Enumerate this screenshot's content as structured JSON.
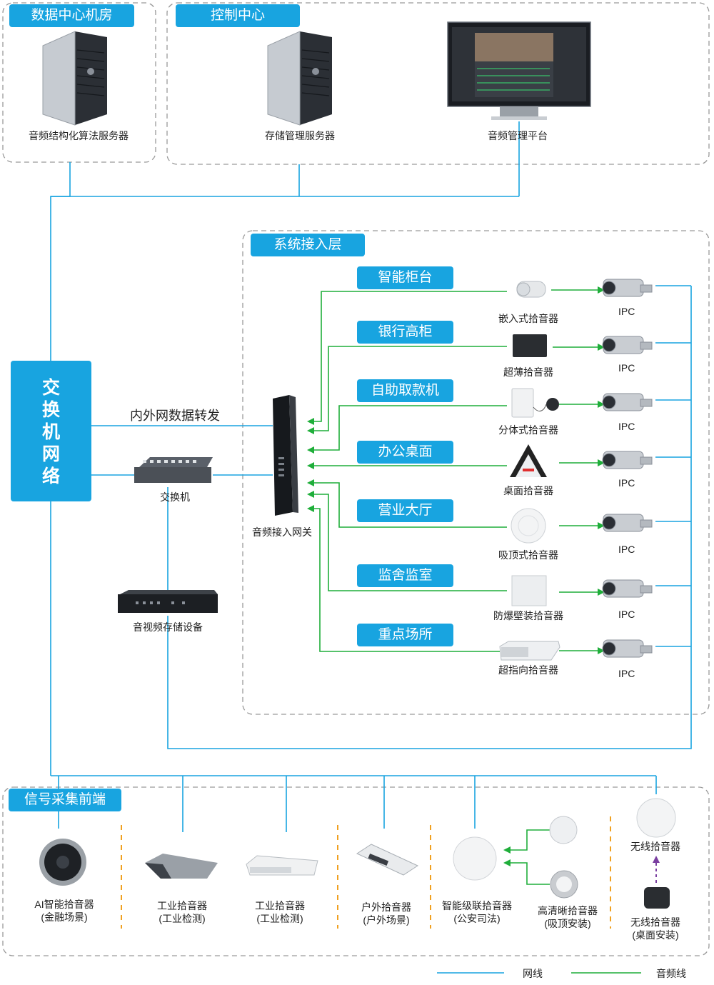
{
  "top_left": {
    "title": "数据中心机房",
    "server": "音频结构化算法服务器"
  },
  "top_right": {
    "title": "控制中心",
    "storage_server": "存储管理服务器",
    "platform": "音频管理平台"
  },
  "switch_network": [
    "交",
    "换",
    "机",
    "网",
    "络"
  ],
  "forward_label": "内外网数据转发",
  "switch_label": "交换机",
  "gateway_label": "音频接入网关",
  "storage_device": "音视频存储设备",
  "access_layer": {
    "title": "系统接入层",
    "rows": [
      {
        "scene": "智能柜台",
        "device": "嵌入式拾音器",
        "ipc": "IPC"
      },
      {
        "scene": "银行高柜",
        "device": "超薄拾音器",
        "ipc": "IPC"
      },
      {
        "scene": "自助取款机",
        "device": "分体式拾音器",
        "ipc": "IPC"
      },
      {
        "scene": "办公桌面",
        "device": "桌面拾音器",
        "ipc": "IPC"
      },
      {
        "scene": "营业大厅",
        "device": "吸顶式拾音器",
        "ipc": "IPC"
      },
      {
        "scene": "监舍监室",
        "device": "防爆壁装拾音器",
        "ipc": "IPC"
      },
      {
        "scene": "重点场所",
        "device": "超指向拾音器",
        "ipc": "IPC"
      }
    ]
  },
  "front_end": {
    "title": "信号采集前端",
    "items": [
      {
        "name": "AI智能拾音器",
        "sub": "(金融场景)"
      },
      {
        "name": "工业拾音器",
        "sub": "(工业检测)"
      },
      {
        "name": "工业拾音器",
        "sub": "(工业检测)"
      },
      {
        "name": "户外拾音器",
        "sub": "(户外场景)"
      },
      {
        "name": "智能级联拾音器",
        "sub": "(公安司法)"
      },
      {
        "name": "高清晰拾音器",
        "sub": "(吸顶安装)"
      },
      {
        "name": "无线拾音器",
        "sub": ""
      },
      {
        "name": "无线拾音器",
        "sub": "(桌面安装)"
      }
    ]
  },
  "legend": {
    "network": "网线",
    "audio": "音频线"
  },
  "colors": {
    "network": "#18a4e0",
    "audio": "#1fae3a",
    "tag": "#18a4e0",
    "dashed": "#9a9a9a",
    "wireless": "#7a3fa0"
  }
}
